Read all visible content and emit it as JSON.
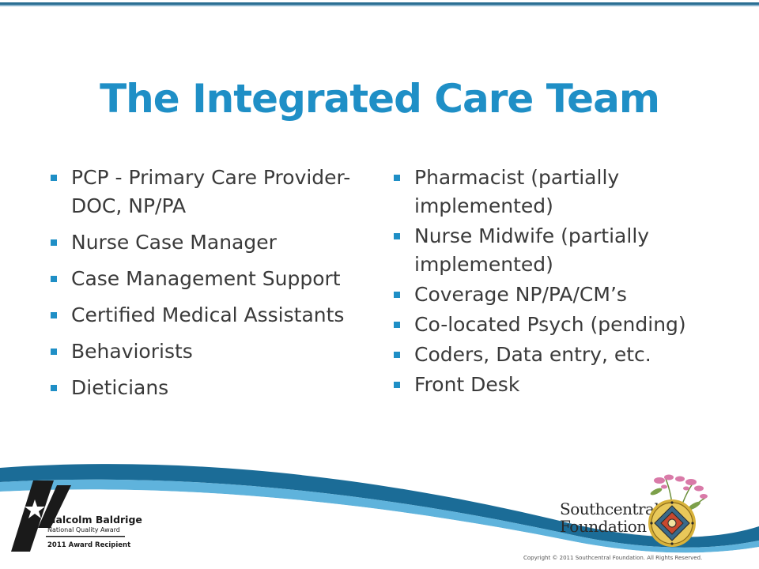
{
  "slide": {
    "title": "The Integrated Care Team",
    "left_items": [
      "PCP - Primary Care Provider-DOC, NP/PA",
      "Nurse Case Manager",
      "Case Management Support",
      "Certified Medical Assistants",
      "Behaviorists",
      "Dieticians"
    ],
    "right_items": [
      "Pharmacist (partially implemented)",
      "Nurse Midwife (partially implemented)",
      "Coverage NP/PA/CM’s",
      "Co-located Psych (pending)",
      "Coders, Data entry, etc.",
      "Front Desk"
    ]
  },
  "footer": {
    "baldrige_name": "Malcolm Baldrige",
    "baldrige_award": "National Quality Award",
    "baldrige_recipient": "2011 Award Recipient",
    "organization_line1": "Southcentral",
    "organization_line2": "Foundation",
    "copyright": "Copyright © 2011 Southcentral Foundation. All Rights Reserved."
  },
  "colors": {
    "title": "#1f8fc6",
    "bullet": "#1f8fc6",
    "body_text": "#3a3a3a",
    "swoosh_dark": "#1b6c97",
    "swoosh_light": "#5fb3dc"
  },
  "icons": {
    "bullet": "square-bullet-icon",
    "baldrige": "baldrige-star-logo-icon",
    "foundation": "southcentral-foundation-emblem-icon"
  }
}
